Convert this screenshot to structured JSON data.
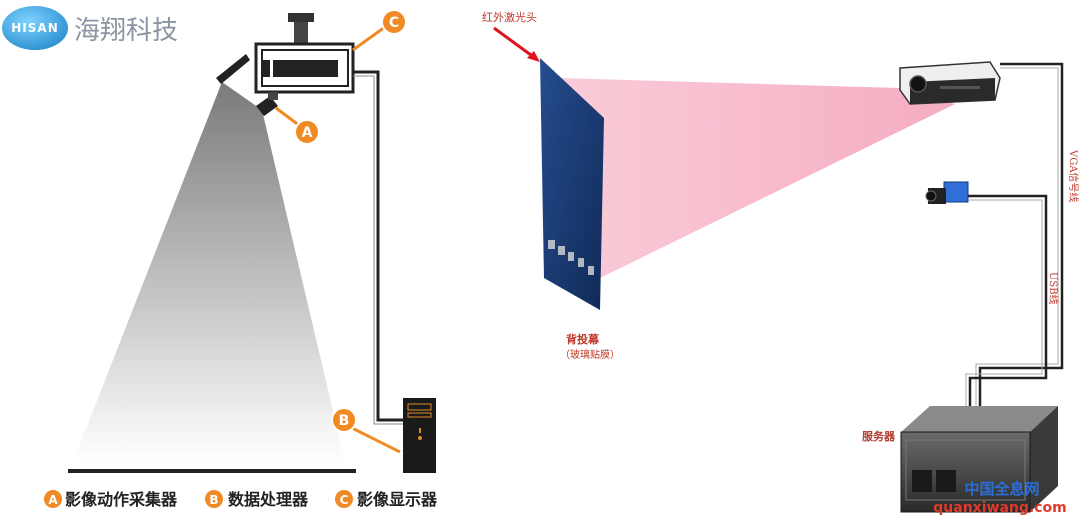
{
  "brand": {
    "logo_text": "HISAN",
    "company_name": "海翔科技"
  },
  "left_diagram": {
    "badges": [
      "A",
      "B",
      "C"
    ],
    "legend": [
      {
        "letter": "A",
        "text": "影像动作采集器"
      },
      {
        "letter": "B",
        "text": "数据处理器"
      },
      {
        "letter": "C",
        "text": "影像显示器"
      }
    ]
  },
  "right_diagram": {
    "laser_label": "红外激光头",
    "screen_label": "背投幕",
    "screen_sublabel": "（玻璃贴膜）",
    "vga_label": "VGA信号线",
    "usb_label": "USB线",
    "server_label": "服务器"
  },
  "watermark": {
    "line1": "中国全息网",
    "line2": "quanxiwang.com"
  },
  "colors": {
    "badge_orange": "#f08a24",
    "beam_pink": "#f7b6c8",
    "screen_blue": "#1d3f7a",
    "cable": "#222222",
    "laser_red": "#e0121e"
  }
}
